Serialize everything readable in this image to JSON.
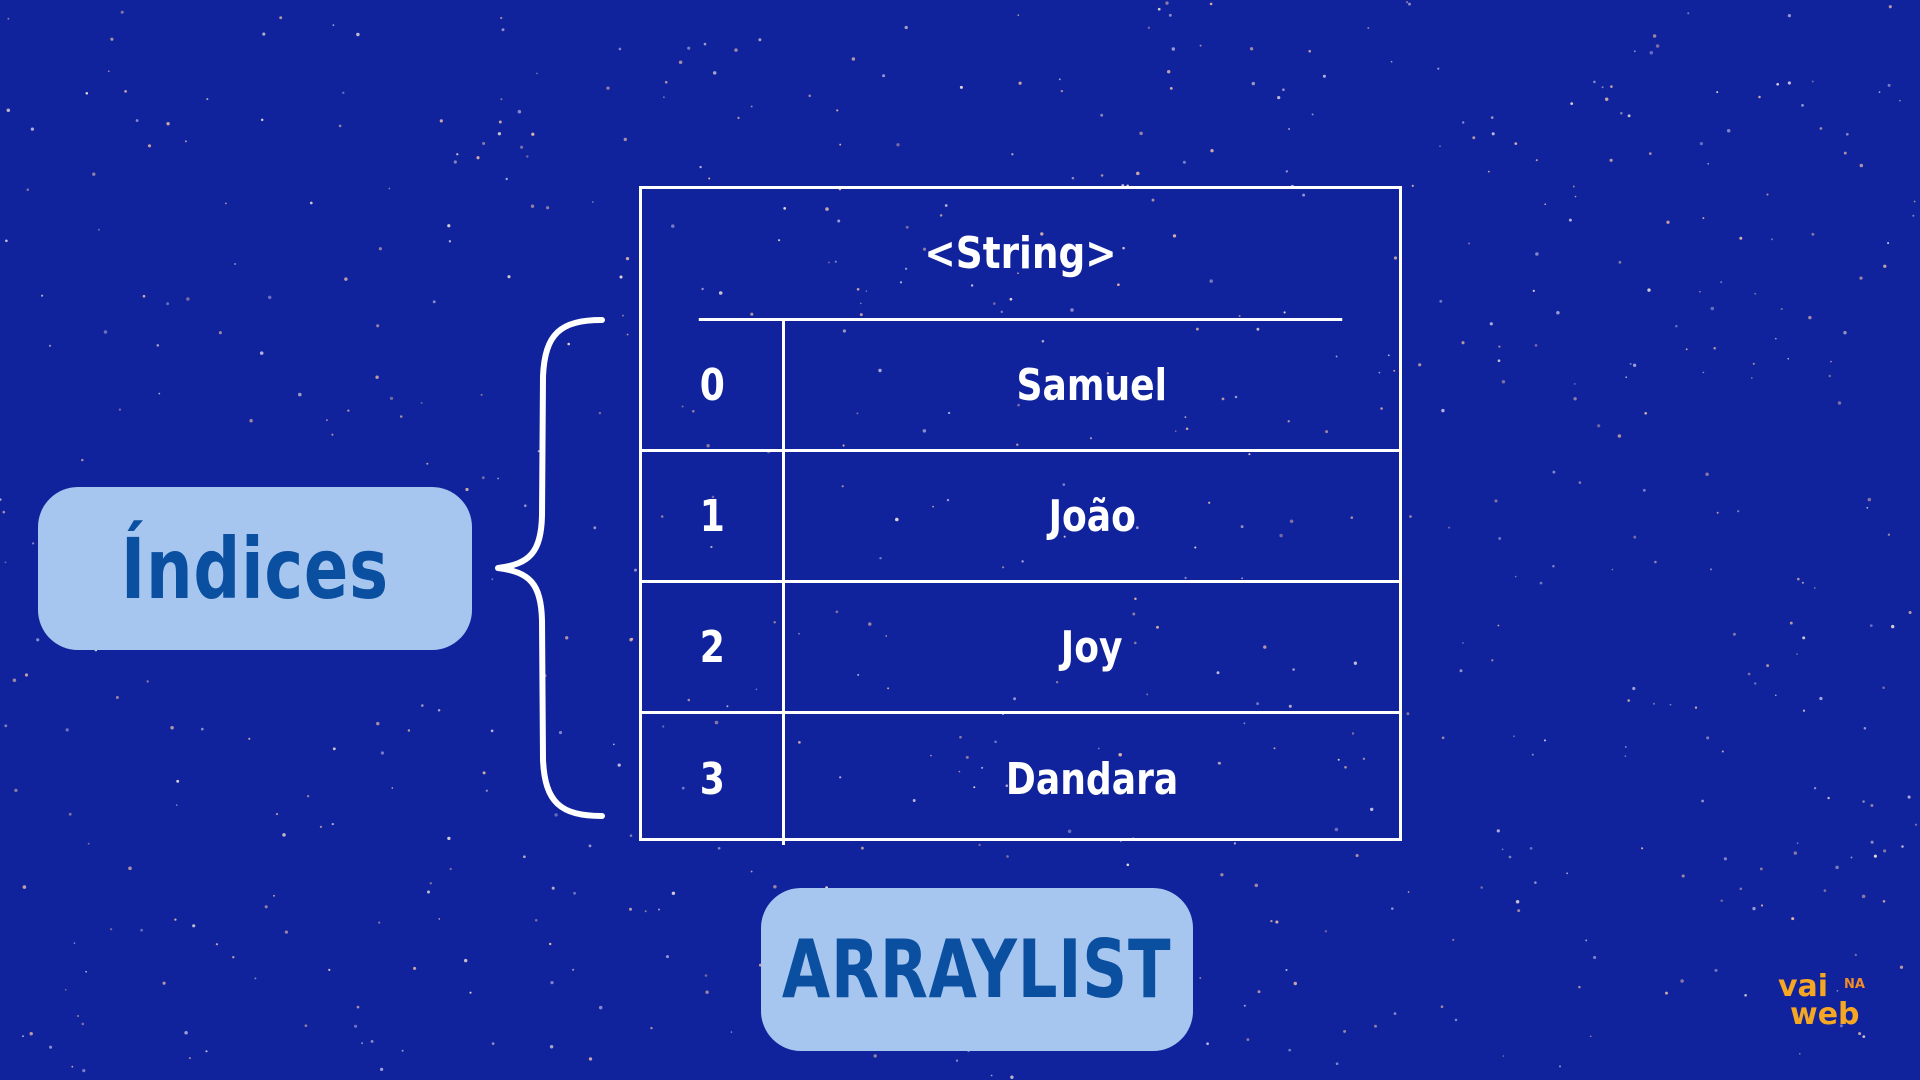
{
  "table": {
    "type_label": "<String>",
    "rows": [
      {
        "index": "0",
        "value": "Samuel"
      },
      {
        "index": "1",
        "value": "João"
      },
      {
        "index": "2",
        "value": "Joy"
      },
      {
        "index": "3",
        "value": "Dandara"
      }
    ]
  },
  "labels": {
    "indices": "Índices",
    "arraylist": "ARRAYLIST"
  },
  "logo": {
    "vai": "vai",
    "na": "NA",
    "web": "web"
  },
  "colors": {
    "background": "#10239c",
    "lines": "#ffffff",
    "pill_fill": "#a6c6f0",
    "pill_text": "#0a4fa0",
    "logo": "#f5a623"
  }
}
